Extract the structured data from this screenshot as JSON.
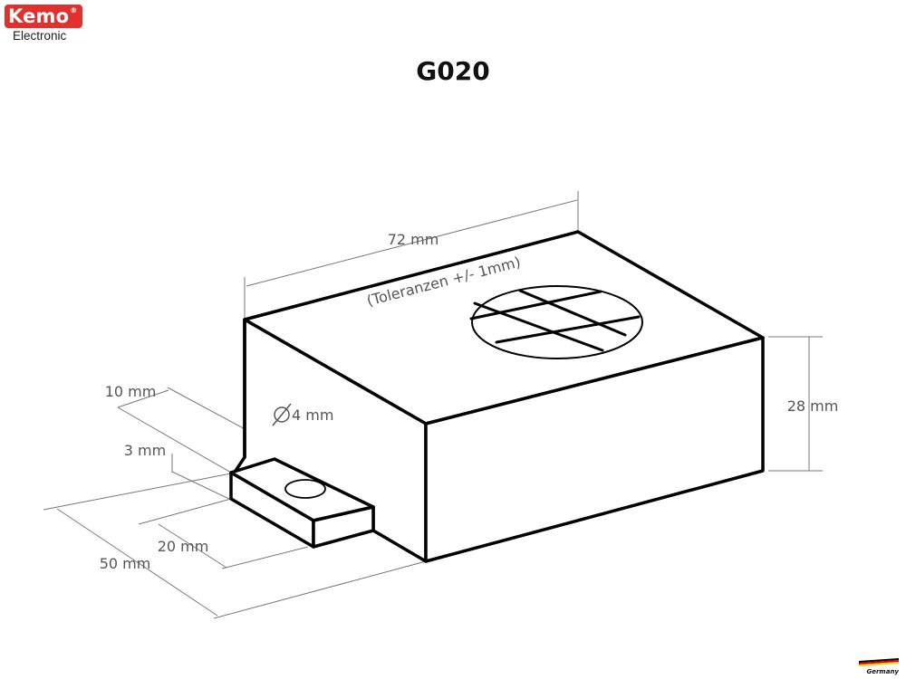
{
  "brand": {
    "name": "Kemo",
    "registered_mark": "®",
    "subtitle": "Electronic",
    "color": "#e1312d"
  },
  "title": "G020",
  "dimensions": {
    "length": "72 mm",
    "tolerance": "(Toleranzen +/- 1mm)",
    "height": "28 mm",
    "width": "50 mm",
    "hole_diameter": "4 mm",
    "tab_offset": "10 mm",
    "tab_thickness": "3 mm",
    "tab_length": "20 mm"
  },
  "badge": {
    "text": "Germany"
  },
  "icons": {
    "diameter": "diameter-symbol-icon",
    "speaker": "speaker-grille-icon",
    "flag": "germany-flag-icon"
  }
}
